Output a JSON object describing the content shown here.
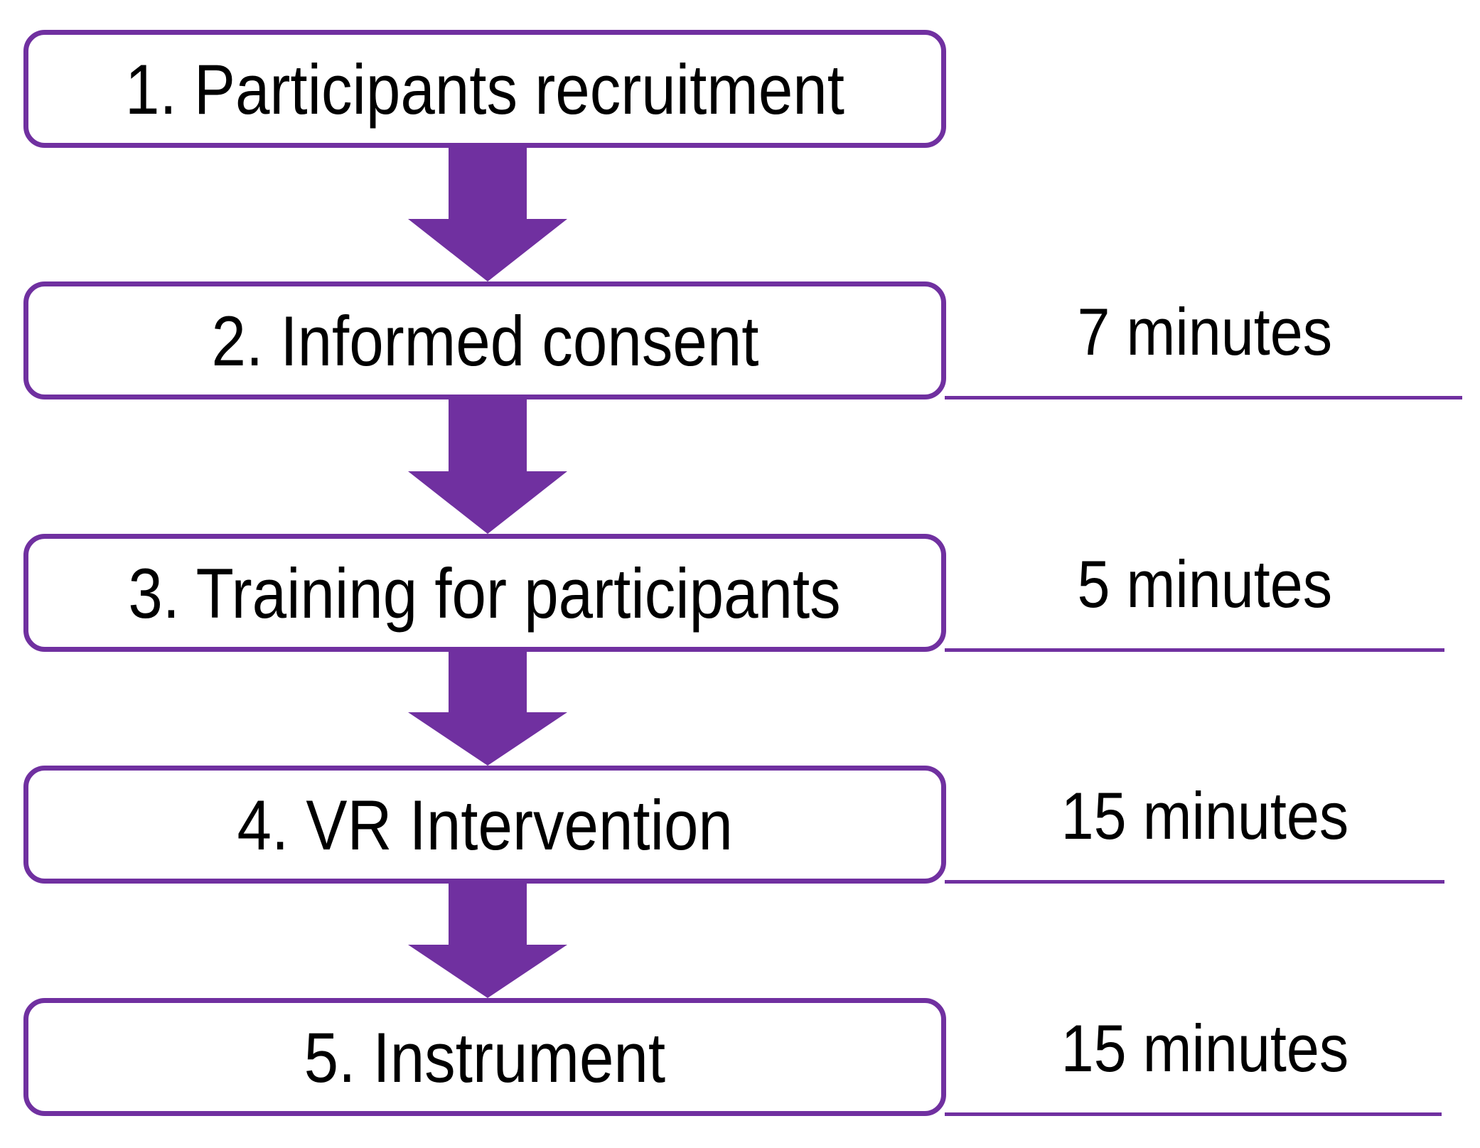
{
  "palette": {
    "purple": "#7030A0",
    "text": "#000000",
    "background": "#FFFFFF"
  },
  "flow": {
    "steps": [
      {
        "label": "1. Participants recruitment",
        "duration": ""
      },
      {
        "label": "2. Informed consent",
        "duration": "7 minutes"
      },
      {
        "label": "3. Training for participants",
        "duration": "5 minutes"
      },
      {
        "label": "4. VR Intervention",
        "duration": "15 minutes"
      },
      {
        "label": "5. Instrument",
        "duration": "15 minutes"
      }
    ]
  }
}
